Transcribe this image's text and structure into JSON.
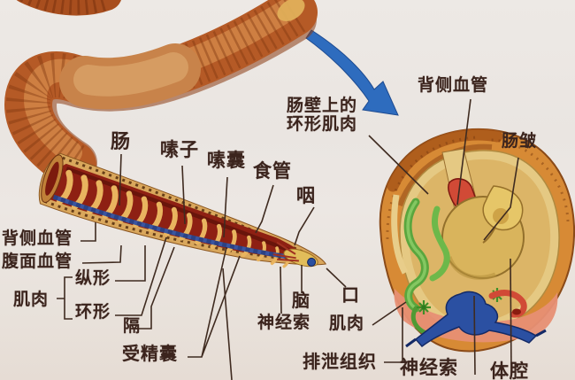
{
  "figure": {
    "subject": "earthworm anatomy diagram",
    "views": [
      "external body",
      "longitudinal dissection",
      "transverse cross-section"
    ]
  },
  "labels": {
    "intestine": {
      "text": "肠"
    },
    "crop1": {
      "text": "嗉子"
    },
    "crop2": {
      "text": "嗉囊"
    },
    "esophagus": {
      "text": "食管"
    },
    "pharynx": {
      "text": "咽"
    },
    "dorsal_vessel_left": {
      "text": "背侧血管"
    },
    "ventral_vessel": {
      "text": "腹面血管"
    },
    "longitudinal": {
      "text": "纵形"
    },
    "muscle_left": {
      "text": "肌肉"
    },
    "circular": {
      "text": "环形"
    },
    "septum": {
      "text": "隔"
    },
    "seminal_receptacle": {
      "text": "受精囊"
    },
    "nerve_cord_left": {
      "text": "神经索"
    },
    "brain": {
      "text": "脑"
    },
    "mouth": {
      "text": "口"
    },
    "muscle_right": {
      "text": "肌肉"
    },
    "excretory_tissue": {
      "text": "排泄组织"
    },
    "nerve_cord_right": {
      "text": "神经索"
    },
    "body_cavity": {
      "text": "体腔"
    },
    "gut_wall_line1": {
      "text": "肠壁上的"
    },
    "gut_wall_line2": {
      "text": "环形肌肉"
    },
    "dorsal_vessel_right": {
      "text": "背侧血管"
    },
    "intestinal_fold": {
      "text": "肠皱"
    }
  },
  "colors": {
    "background": "#eae5e1",
    "label_text": "#3b241d",
    "leader_line": "#3f2b20",
    "arrow_blue": "#2e6cbe",
    "worm_base": "#b55a26",
    "worm_shadow": "#8a3a12",
    "worm_highlight": "#d98f4e",
    "clitellum": "#c8834a",
    "dissection_wall": "#d9a75c",
    "dissection_interior": "#8e2013",
    "segment_gold": "#e9b45f",
    "ventral_vessel_blue": "#3a55a0",
    "dorsal_stripe_red": "#65140b",
    "section_rim_orange": "#d78a35",
    "section_inner_cream": "#e5c983",
    "section_cavity_tan": "#dcb567",
    "intestine_yellow": "#d9b45c",
    "blood_vessel_red": "#d14a36",
    "nephridia_green": "#5aa63e",
    "nerve_cord_blue": "#2b50a2",
    "muscle_pink": "#e78f74"
  }
}
